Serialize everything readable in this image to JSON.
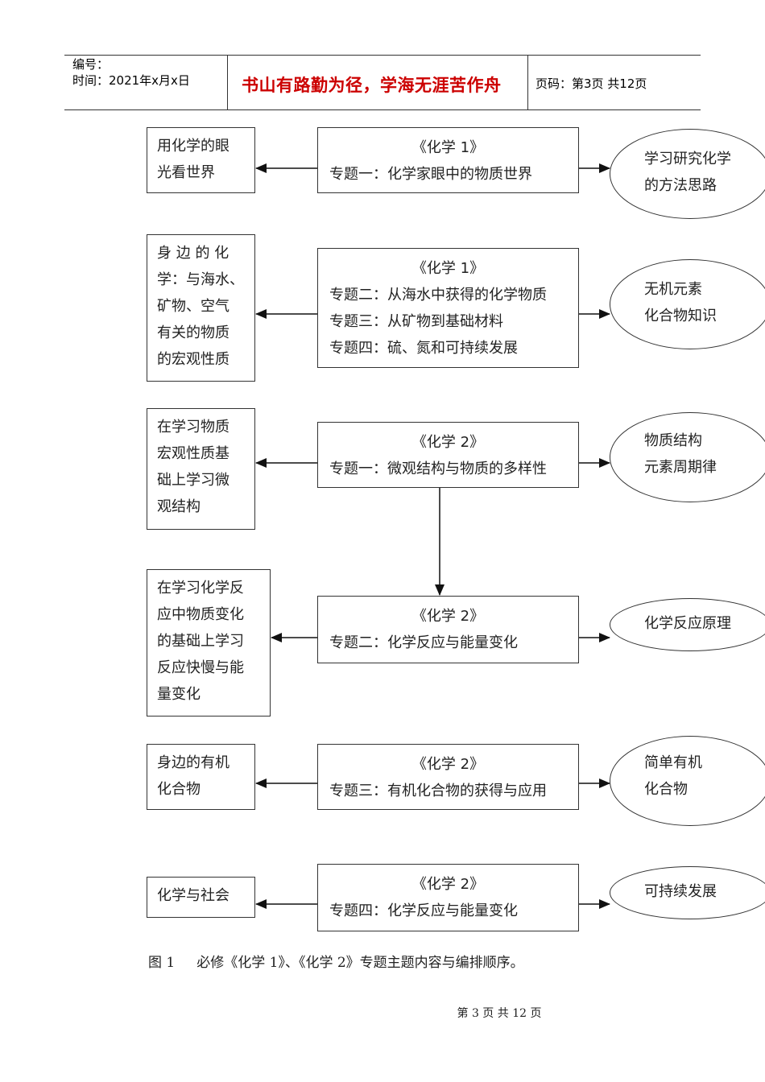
{
  "header": {
    "number_label": "编号：",
    "time_label": "时间：2021年x月x日",
    "motto": "书山有路勤为径，学海无涯苦作舟",
    "page_label": "页码：第3页  共12页"
  },
  "rows": [
    {
      "left": [
        "用化学的眼",
        "光看世界"
      ],
      "center_title": "《化学 1》",
      "center_lines": [
        "专题一：化学家眼中的物质世界"
      ],
      "right": [
        "学习研究化学",
        "的方法思路"
      ]
    },
    {
      "left": [
        "身 边 的 化",
        "学：与海水、",
        "矿物、空气",
        "有关的物质",
        "的宏观性质"
      ],
      "center_title": "《化学 1》",
      "center_lines": [
        "专题二：从海水中获得的化学物质",
        "专题三：从矿物到基础材料",
        "专题四：硫、氮和可持续发展"
      ],
      "right": [
        "无机元素",
        "化合物知识"
      ]
    },
    {
      "left": [
        "在学习物质",
        "宏观性质基",
        "础上学习微",
        "观结构"
      ],
      "center_title": "《化学 2》",
      "center_lines": [
        "专题一：微观结构与物质的多样性"
      ],
      "right": [
        "物质结构",
        "元素周期律"
      ]
    },
    {
      "left": [
        "在学习化学反",
        "应中物质变化",
        "的基础上学习",
        "反应快慢与能",
        "量变化"
      ],
      "center_title": "《化学 2》",
      "center_lines": [
        "专题二：化学反应与能量变化"
      ],
      "right": [
        "化学反应原理"
      ]
    },
    {
      "left": [
        "身边的有机",
        "化合物"
      ],
      "center_title": "《化学 2》",
      "center_lines": [
        "专题三：有机化合物的获得与应用"
      ],
      "right": [
        "简单有机",
        "化合物"
      ]
    },
    {
      "left": [
        "化学与社会"
      ],
      "center_title": "《化学 2》",
      "center_lines": [
        "专题四：化学反应与能量变化"
      ],
      "right": [
        "可持续发展"
      ]
    }
  ],
  "caption": "图 1     必修《化学 1》、《化学 2》专题主题内容与编排顺序。",
  "footer": "第 3 页 共 12 页"
}
